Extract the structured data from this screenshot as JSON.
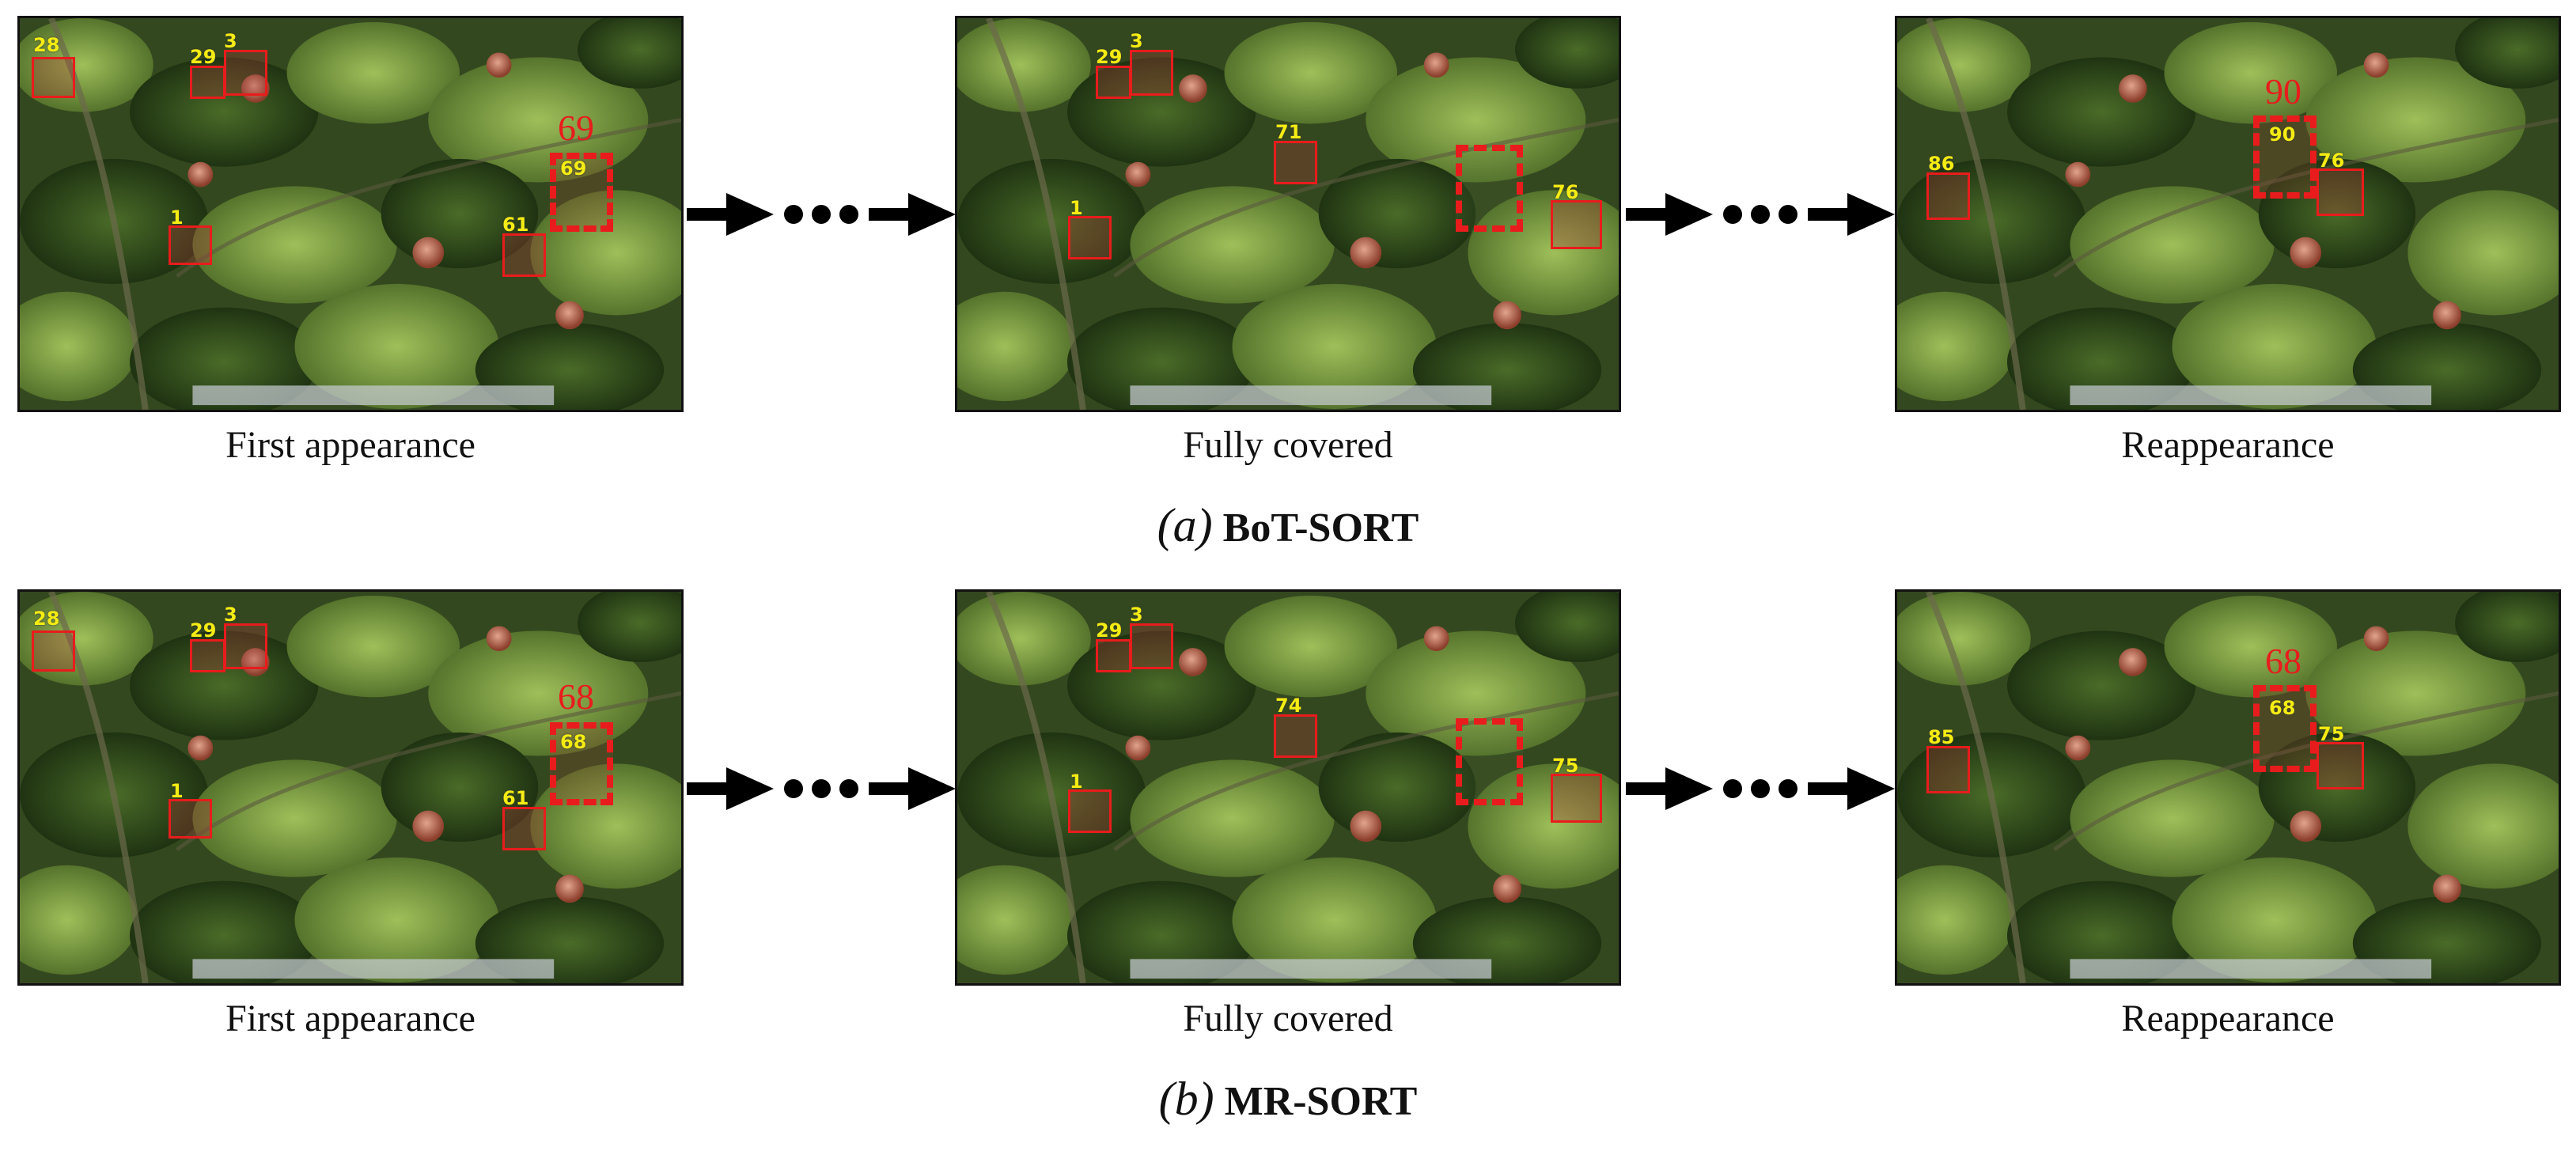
{
  "colors": {
    "box": "#e81c1c",
    "label": "#f4ec13",
    "frame": "#111111"
  },
  "rows": [
    {
      "id": "a",
      "title_prefix": "(a)",
      "title_name": "BoT-SORT",
      "panels": [
        {
          "caption": "First appearance",
          "ids": [
            "28",
            "29",
            "3",
            "69",
            "1",
            "61"
          ],
          "highlight": "69"
        },
        {
          "caption": "Fully covered",
          "ids": [
            "29",
            "3",
            "71",
            "1",
            "76"
          ]
        },
        {
          "caption": "Reappearance",
          "ids": [
            "86",
            "90",
            "76"
          ],
          "highlight": "90"
        }
      ]
    },
    {
      "id": "b",
      "title_prefix": "(b)",
      "title_name": "MR-SORT",
      "panels": [
        {
          "caption": "First appearance",
          "ids": [
            "28",
            "29",
            "3",
            "68",
            "1",
            "61"
          ],
          "highlight": "68"
        },
        {
          "caption": "Fully covered",
          "ids": [
            "29",
            "3",
            "74",
            "1",
            "75"
          ]
        },
        {
          "caption": "Reappearance",
          "ids": [
            "85",
            "68",
            "75"
          ],
          "highlight": "68"
        }
      ]
    }
  ]
}
